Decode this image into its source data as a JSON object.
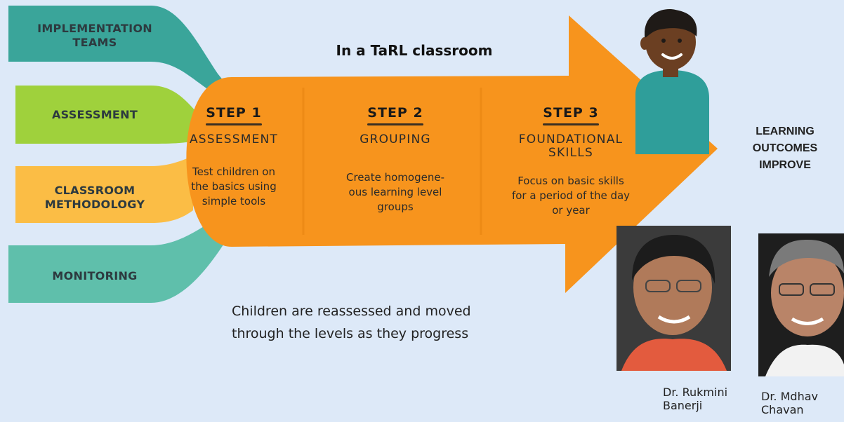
{
  "title": "In a TaRL classroom",
  "pillars": [
    {
      "label": "IMPLEMENTATION\nTEAMS",
      "color": "#3aa59a"
    },
    {
      "label": "ASSESSMENT",
      "color": "#9fd13c"
    },
    {
      "label": "CLASSROOM\nMETHODOLOGY",
      "color": "#fbbd45"
    },
    {
      "label": "MONITORING",
      "color": "#5fbfab"
    }
  ],
  "steps": [
    {
      "title": "STEP 1",
      "name": "ASSESSMENT",
      "desc": "Test children on\nthe basics using\nsimple tools"
    },
    {
      "title": "STEP 2",
      "name": "GROUPING",
      "desc": "Create homogene-\nous learning level\ngroups"
    },
    {
      "title": "STEP 3",
      "name": "FOUNDATIONAL\nSKILLS",
      "desc": "Focus on basic skills\nfor a period of the day\nor year"
    }
  ],
  "outcome": "LEARNING\nOUTCOMES\nIMPROVE",
  "note": "Children are reassessed and moved\nthrough the levels as they progress",
  "people": [
    {
      "caption": "Dr. Rukmini\nBanerji"
    },
    {
      "caption": "Dr. Mdhav\nChavan"
    }
  ],
  "colors": {
    "arrow": "#f7941d",
    "background": "#dde9f8"
  }
}
